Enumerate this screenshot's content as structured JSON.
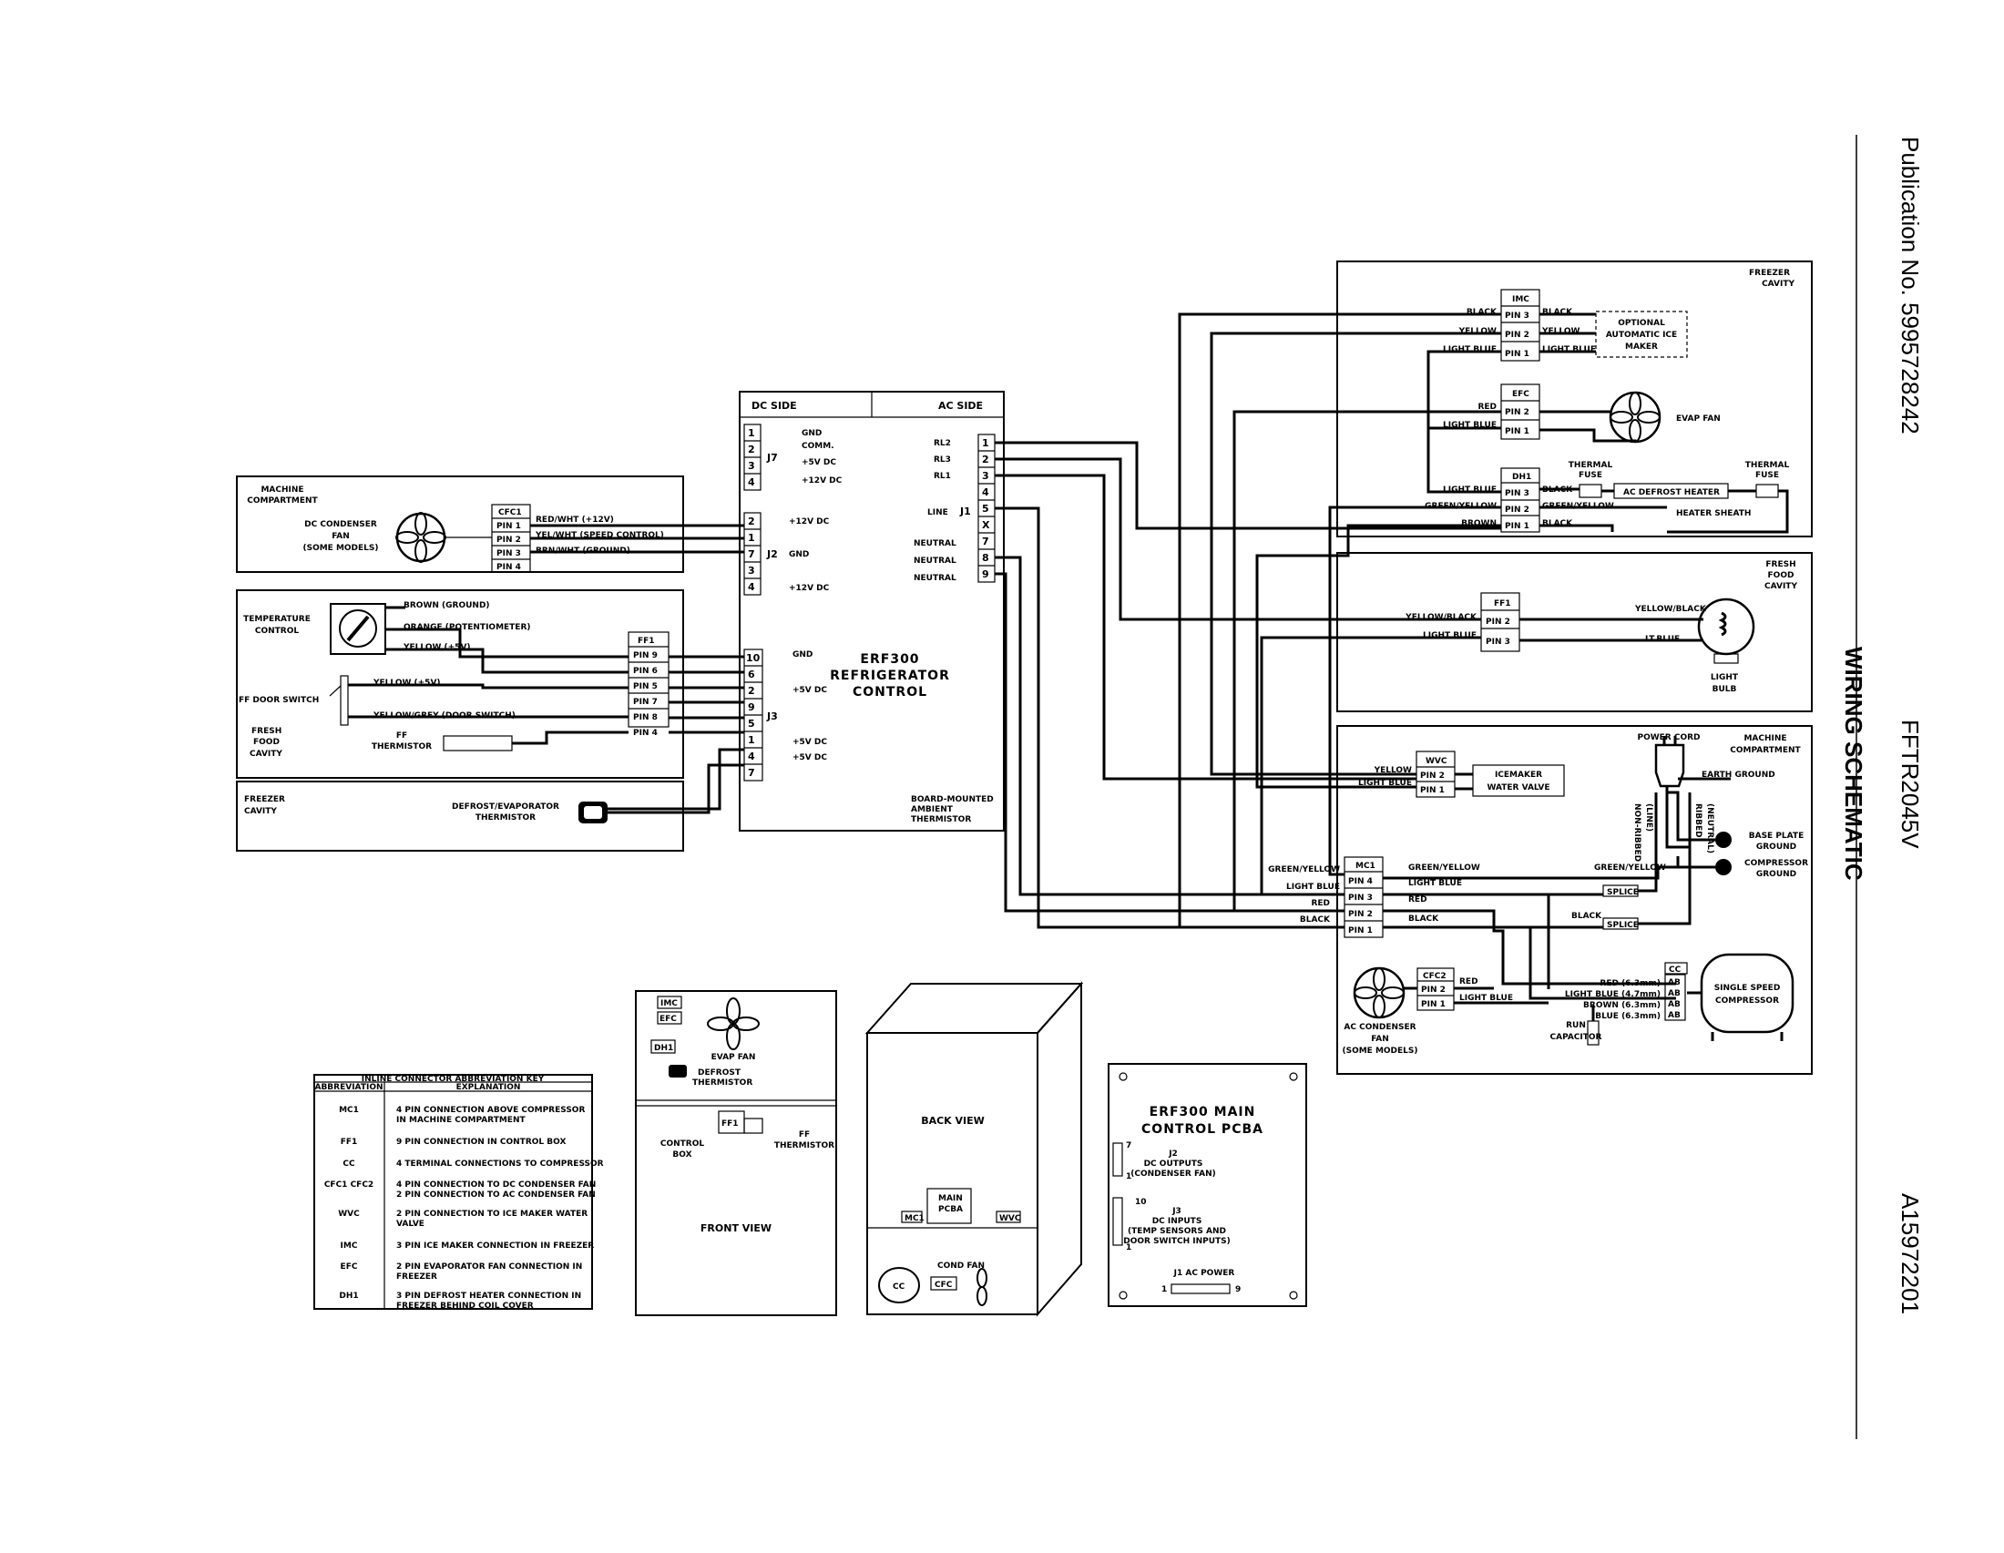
{
  "side_text": {
    "publication": "Publication No. 5995728242",
    "title": "WIRING SCHEMATIC",
    "model": "FFTR2045V",
    "doc_number": "A15972201"
  },
  "control": {
    "dc_side": "DC SIDE",
    "ac_side": "AC SIDE",
    "name": [
      "ERF300",
      "REFRIGERATOR",
      "CONTROL"
    ],
    "ambient": [
      "BOARD-MOUNTED",
      "AMBIENT",
      "THERMISTOR"
    ],
    "j7": {
      "label": "J7",
      "pins": [
        "1",
        "2",
        "3",
        "4"
      ],
      "notes": [
        "GND",
        "COMM.",
        "+5V DC",
        "+12V DC"
      ]
    },
    "j2": {
      "label": "J2",
      "pins": [
        "2",
        "1",
        "7",
        "3",
        "4"
      ],
      "notes": [
        "+12V DC",
        "GND",
        "+12V DC"
      ]
    },
    "j3": {
      "label": "J3",
      "pins": [
        "10",
        "6",
        "2",
        "9",
        "5",
        "1",
        "4",
        "7"
      ],
      "notes": [
        "GND",
        "+5V DC",
        "+5V DC",
        "+5V DC"
      ]
    },
    "j1": {
      "label": "J1",
      "pins": [
        "1",
        "2",
        "3",
        "4",
        "5",
        "X",
        "7",
        "8",
        "9"
      ],
      "notes": [
        "RL2",
        "RL3",
        "RL1",
        "LINE",
        "NEUTRAL",
        "NEUTRAL",
        "NEUTRAL"
      ]
    }
  },
  "machine_compartment_left": {
    "title": [
      "MACHINE",
      "COMPARTMENT"
    ],
    "fan": [
      "DC CONDENSER",
      "FAN",
      "(SOME MODELS)"
    ],
    "connector": "CFC1",
    "pins": [
      "PIN 1",
      "PIN 2",
      "PIN 3",
      "PIN 4"
    ],
    "wires": [
      "RED/WHT (+12V)",
      "YEL/WHT (SPEED CONTROL)",
      "BRN/WHT (GROUND)"
    ]
  },
  "fresh_food_left": {
    "temp_control": [
      "TEMPERATURE",
      "CONTROL"
    ],
    "door_switch": "FF DOOR SWITCH",
    "cavity": [
      "FRESH",
      "FOOD",
      "CAVITY"
    ],
    "thermistor": [
      "FF",
      "THERMISTOR"
    ],
    "connector": "FF1",
    "pins": [
      "PIN 9",
      "PIN 6",
      "PIN 5",
      "PIN 7",
      "PIN 8",
      "PIN 4"
    ],
    "wires": [
      "BROWN (GROUND)",
      "ORANGE (POTENTIOMETER)",
      "YELLOW (+5V)",
      "YELLOW (+5V)",
      "YELLOW/GREY (DOOR SWITCH)"
    ]
  },
  "freezer_left": {
    "title": [
      "FREEZER",
      "CAVITY"
    ],
    "thermistor": [
      "DEFROST/EVAPORATOR",
      "THERMISTOR"
    ]
  },
  "freezer_cavity": {
    "title": [
      "FREEZER",
      "CAVITY"
    ],
    "imc": "IMC",
    "imc_pins": [
      "PIN 3",
      "PIN 2",
      "PIN 1"
    ],
    "imc_wires_left": [
      "BLACK",
      "YELLOW",
      "LIGHT BLUE"
    ],
    "imc_wires_right": [
      "BLACK",
      "YELLOW",
      "LIGHT BLUE"
    ],
    "ice_maker": [
      "OPTIONAL",
      "AUTOMATIC ICE",
      "MAKER"
    ],
    "efc": "EFC",
    "efc_pins": [
      "PIN 2",
      "PIN 1"
    ],
    "efc_wires": [
      "RED",
      "LIGHT BLUE"
    ],
    "evap_fan": "EVAP FAN",
    "dh1": "DH1",
    "dh1_pins": [
      "PIN 3",
      "PIN 2",
      "PIN 1"
    ],
    "dh1_wires_left": [
      "LIGHT BLUE",
      "GREEN/YELLOW",
      "BROWN"
    ],
    "dh1_wires_right": [
      "BLACK",
      "GREEN/YELLOW",
      "BLACK"
    ],
    "thermal_fuse": [
      "THERMAL",
      "FUSE"
    ],
    "heater": "AC DEFROST HEATER",
    "sheath": "HEATER SHEATH"
  },
  "fresh_food_cavity": {
    "title": [
      "FRESH",
      "FOOD",
      "CAVITY"
    ],
    "connector": "FF1",
    "pins": [
      "PIN 2",
      "PIN 3"
    ],
    "wires_left": [
      "YELLOW/BLACK",
      "LIGHT BLUE"
    ],
    "wires_right": [
      "YELLOW/BLACK",
      "LT.BLUE"
    ],
    "bulb": [
      "LIGHT",
      "BULB"
    ]
  },
  "machine_compartment_right": {
    "title": [
      "MACHINE",
      "COMPARTMENT"
    ],
    "power_cord": "POWER CORD",
    "earth": "EARTH GROUND",
    "non_ribbed": [
      "NON-RIBBED",
      "(LINE)"
    ],
    "ribbed": [
      "RIBBED",
      "(NEUTRAL)"
    ],
    "base_plate": [
      "BASE PLATE",
      "GROUND"
    ],
    "comp_ground": [
      "COMPRESSOR",
      "GROUND"
    ],
    "wvc": "WVC",
    "wvc_pins": [
      "PIN 2",
      "PIN 1"
    ],
    "wvc_wires": [
      "YELLOW",
      "LIGHT BLUE"
    ],
    "valve": [
      "ICEMAKER",
      "WATER VALVE"
    ],
    "mc1": "MC1",
    "mc1_pins": [
      "PIN 4",
      "PIN 3",
      "PIN 2",
      "PIN 1"
    ],
    "mc1_wires_left": [
      "GREEN/YELLOW",
      "LIGHT BLUE",
      "RED",
      "BLACK"
    ],
    "mc1_wires_right": [
      "GREEN/YELLOW",
      "LIGHT BLUE",
      "RED",
      "BLACK"
    ],
    "gy_right": "GREEN/YELLOW",
    "black_right": "BLACK",
    "splice": "SPLICE",
    "cfc2": "CFC2",
    "cfc2_pins": [
      "PIN 2",
      "PIN 1"
    ],
    "cfc2_wires": [
      "RED",
      "LIGHT BLUE"
    ],
    "ac_fan": [
      "AC CONDENSER",
      "FAN",
      "(SOME MODELS)"
    ],
    "cc": "CC",
    "cc_wires": [
      "RED (6.3mm)",
      "LIGHT BLUE (4.7mm)",
      "BROWN (6.3mm)",
      "BLUE (6.3mm)"
    ],
    "cc_tabs": [
      "AB",
      "AB",
      "AB",
      "AB"
    ],
    "compressor": [
      "SINGLE SPEED",
      "COMPRESSOR"
    ],
    "run_cap": [
      "RUN",
      "CAPACITOR"
    ]
  },
  "abbreviation_key": {
    "title": "INLINE CONNECTOR ABBREVIATION KEY",
    "headers": [
      "ABBREVIATION",
      "EXPLANATION"
    ],
    "rows": [
      {
        "abbr": "MC1",
        "text": [
          "4 PIN CONNECTION ABOVE COMPRESSOR",
          "IN MACHINE COMPARTMENT"
        ]
      },
      {
        "abbr": "FF1",
        "text": [
          "9 PIN CONNECTION IN CONTROL BOX"
        ]
      },
      {
        "abbr": "CC",
        "text": [
          "4 TERMINAL CONNECTIONS TO COMPRESSOR"
        ]
      },
      {
        "abbr": "CFC1 CFC2",
        "text": [
          "4 PIN CONNECTION TO DC CONDENSER FAN",
          "2 PIN CONNECTION TO AC CONDENSER FAN"
        ]
      },
      {
        "abbr": "WVC",
        "text": [
          "2 PIN CONNECTION TO ICE MAKER WATER",
          "VALVE"
        ]
      },
      {
        "abbr": "IMC",
        "text": [
          "3 PIN ICE MAKER CONNECTION IN FREEZER"
        ]
      },
      {
        "abbr": "EFC",
        "text": [
          "2 PIN EVAPORATOR FAN CONNECTION IN",
          "FREEZER"
        ]
      },
      {
        "abbr": "DH1",
        "text": [
          "3 PIN DEFROST HEATER CONNECTION IN",
          "FREEZER BEHIND COIL COVER"
        ]
      }
    ]
  },
  "front_view": {
    "imc": "IMC",
    "efc": "EFC",
    "dh1": "DH1",
    "evap_fan": "EVAP FAN",
    "defrost": [
      "DEFROST",
      "THERMISTOR"
    ],
    "ff1": "FF1",
    "control_box": [
      "CONTROL",
      "BOX"
    ],
    "ff_therm": [
      "FF",
      "THERMISTOR"
    ],
    "label": "FRONT VIEW"
  },
  "back_view": {
    "label": "BACK VIEW",
    "mc1": "MC1",
    "main": [
      "MAIN",
      "PCBA"
    ],
    "wvc": "WVC",
    "cond_fan": "COND FAN",
    "cc": "CC",
    "cfc": "CFC"
  },
  "pcba": {
    "title": [
      "ERF300 MAIN",
      "CONTROL PCBA"
    ],
    "j2": [
      "J2",
      "DC OUTPUTS",
      "(CONDENSER FAN)"
    ],
    "j3": [
      "J3",
      "DC INPUTS",
      "(TEMP SENSORS AND",
      "DOOR SWITCH INPUTS)"
    ],
    "j1": "J1 AC POWER",
    "num_7": "7",
    "num_1a": "1",
    "num_10": "10",
    "num_1b": "1",
    "num_1c": "1",
    "num_9": "9"
  }
}
